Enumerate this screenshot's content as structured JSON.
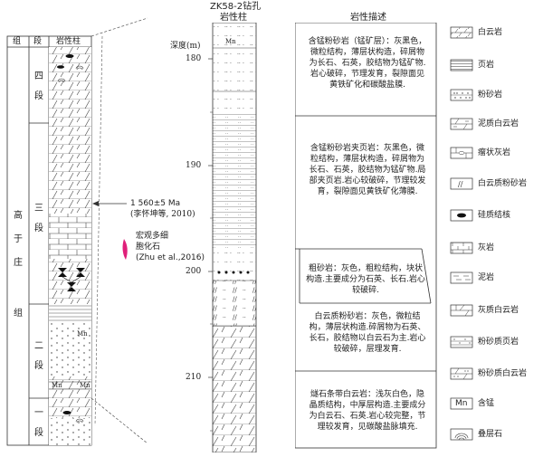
{
  "left_column": {
    "headers": {
      "group": "组",
      "section": "段",
      "lithology": "岩性柱"
    },
    "group_name": [
      "高",
      "于",
      "庄",
      "组"
    ],
    "sections": [
      {
        "label": "四\n段",
        "name": "四段"
      },
      {
        "label": "三\n段",
        "name": "三段"
      },
      {
        "label": "二\n段",
        "name": "二段"
      },
      {
        "label": "一\n段",
        "name": "一段"
      }
    ],
    "mn_labels": [
      "Mn",
      "Mn",
      "Mn"
    ]
  },
  "annotations": {
    "age": "1 560±5 Ma",
    "age_ref": "(李怀坤等, 2010)",
    "fossil_line1": "宏观多细",
    "fossil_line2": "胞化石",
    "fossil_ref": "(Zhu et al.,2016)"
  },
  "core": {
    "title": "ZK58-2钻孔",
    "subtitle": "岩性柱",
    "depth_label": "深度(m)",
    "depth_ticks": [
      "180",
      "190",
      "200",
      "210"
    ],
    "mn_label": "Mn"
  },
  "description": {
    "title": "岩性描述",
    "blocks": [
      "含锰粉砂岩（锰矿层）：灰黑色，微粒结构，薄层状构造，碎屑物为长石、石英，胶结物为锰矿物.岩心破碎，节理发育，裂隙面见黄铁矿化和碳酸盐膜.",
      "含锰粉砂岩夹页岩：灰黑色，微粒结构，薄层状构造，碎屑物为长石、石英，胶结物为锰矿物.局部夹页岩.岩心较破碎，节理较发育，裂隙面见黄铁矿化薄膜.",
      "粗砂岩：灰色，粗粒结构，块状构造.主要成分为石英、长石.岩心较破碎.",
      "白云质粉砂岩：灰色，微粒结构，薄层状构造.碎屑物为石英、长石，胶结物以白云石为主.岩心较破碎，层理发育.",
      "燧石条带白云岩：浅灰白色，隐晶质结构，中厚层构造.主要成分为白云石、石英.岩心较完整，节理较发育，见碳酸盐脉填充."
    ]
  },
  "legend": [
    {
      "icon": "dolomite-icon",
      "label": "白云岩"
    },
    {
      "icon": "shale-icon",
      "label": "页岩"
    },
    {
      "icon": "siltstone-icon",
      "label": "粉砂岩"
    },
    {
      "icon": "muddy-dolomite-icon",
      "label": "泥质白云岩"
    },
    {
      "icon": "nodular-limestone-icon",
      "label": "瘤状灰岩"
    },
    {
      "icon": "dolomitic-siltstone-icon",
      "label": "白云质粉砂岩"
    },
    {
      "icon": "chert-nodule-icon",
      "label": "硅质结核"
    },
    {
      "icon": "limestone-icon",
      "label": "灰岩"
    },
    {
      "icon": "mudstone-icon",
      "label": "泥岩"
    },
    {
      "icon": "calcareous-dolomite-icon",
      "label": "灰质白云岩"
    },
    {
      "icon": "silty-shale-icon",
      "label": "粉砂质页岩"
    },
    {
      "icon": "silty-dolomite-icon",
      "label": "粉砂质白云岩"
    },
    {
      "icon": "manganese-icon",
      "label": "含锰",
      "symbol": "Mn"
    },
    {
      "icon": "stromatolite-icon",
      "label": "叠层石"
    }
  ]
}
